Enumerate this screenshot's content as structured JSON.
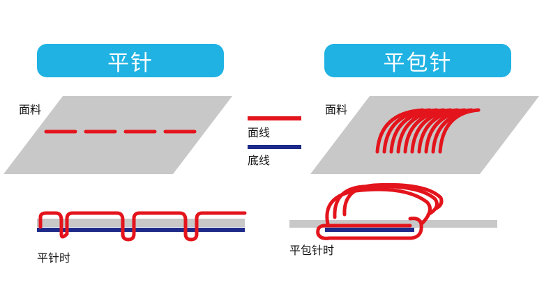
{
  "left": {
    "title": "平针",
    "fabric_label": "面料",
    "side_view_label": "平针时"
  },
  "right": {
    "title": "平包针",
    "fabric_label": "面料",
    "side_view_label": "平包针时"
  },
  "legend": {
    "top_thread_label": "面线",
    "bottom_thread_label": "底线"
  },
  "colors": {
    "title_bg": "#1fb2e3",
    "title_text": "#ffffff",
    "fabric": "#c8c8c8",
    "top_thread": "#e3141c",
    "bottom_thread": "#1d2a8a"
  }
}
